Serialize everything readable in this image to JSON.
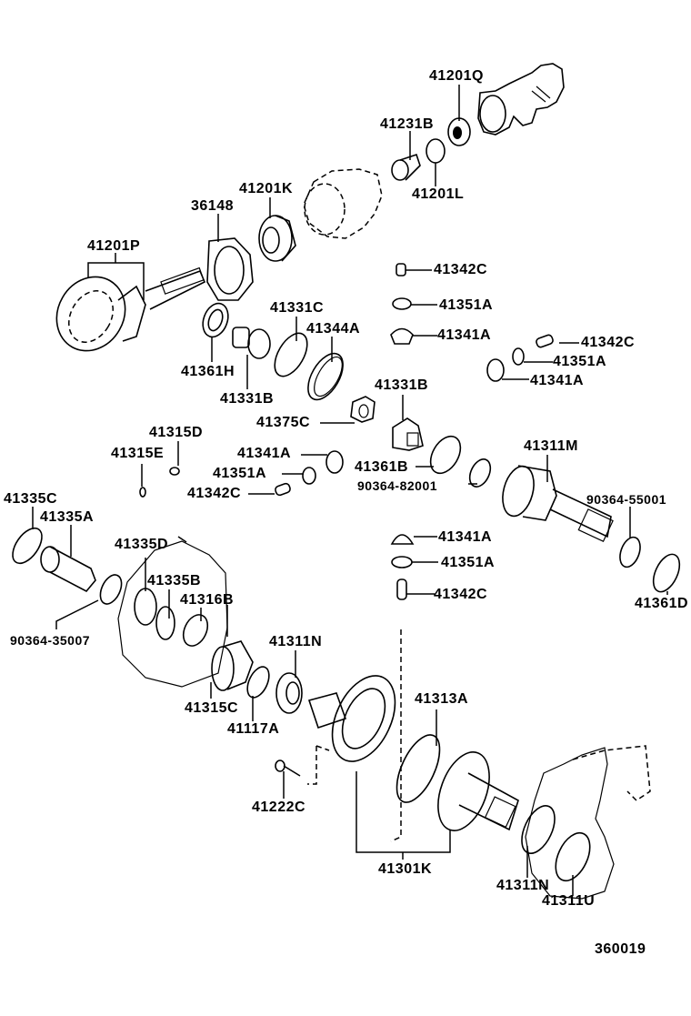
{
  "diagram": {
    "type": "exploded parts diagram",
    "subject": "Transfer / differential gear assembly",
    "figure_number": "360019",
    "parts": [
      {
        "id": "41201Q",
        "label": "41201Q"
      },
      {
        "id": "41231B",
        "label": "41231B"
      },
      {
        "id": "41201L",
        "label": "41201L"
      },
      {
        "id": "41201K",
        "label": "41201K"
      },
      {
        "id": "36148",
        "label": "36148"
      },
      {
        "id": "41201P",
        "label": "41201P"
      },
      {
        "id": "41342C-top",
        "label": "41342C"
      },
      {
        "id": "41351A-top",
        "label": "41351A"
      },
      {
        "id": "41341A-top",
        "label": "41341A"
      },
      {
        "id": "41342C-right",
        "label": "41342C"
      },
      {
        "id": "41351A-right",
        "label": "41351A"
      },
      {
        "id": "41341A-right",
        "label": "41341A"
      },
      {
        "id": "41331C",
        "label": "41331C"
      },
      {
        "id": "41344A",
        "label": "41344A"
      },
      {
        "id": "41361H",
        "label": "41361H"
      },
      {
        "id": "41331B-left",
        "label": "41331B"
      },
      {
        "id": "41331B-mid",
        "label": "41331B"
      },
      {
        "id": "41375C",
        "label": "41375C"
      },
      {
        "id": "41315D",
        "label": "41315D"
      },
      {
        "id": "41315E",
        "label": "41315E"
      },
      {
        "id": "41341A-mid",
        "label": "41341A"
      },
      {
        "id": "41351A-mid",
        "label": "41351A"
      },
      {
        "id": "41342C-mid",
        "label": "41342C"
      },
      {
        "id": "41361B",
        "label": "41361B"
      },
      {
        "id": "90364-82001",
        "label": "90364-82001"
      },
      {
        "id": "41311M",
        "label": "41311M"
      },
      {
        "id": "90364-55001",
        "label": "90364-55001"
      },
      {
        "id": "41341A-low",
        "label": "41341A"
      },
      {
        "id": "41351A-low",
        "label": "41351A"
      },
      {
        "id": "41342C-low",
        "label": "41342C"
      },
      {
        "id": "41361D",
        "label": "41361D"
      },
      {
        "id": "41335C",
        "label": "41335C"
      },
      {
        "id": "41335A",
        "label": "41335A"
      },
      {
        "id": "41335D",
        "label": "41335D"
      },
      {
        "id": "41335B",
        "label": "41335B"
      },
      {
        "id": "41316B",
        "label": "41316B"
      },
      {
        "id": "90364-35007",
        "label": "90364-35007"
      },
      {
        "id": "41311N-upper",
        "label": "41311N"
      },
      {
        "id": "41315C",
        "label": "41315C"
      },
      {
        "id": "41117A",
        "label": "41117A"
      },
      {
        "id": "41313A",
        "label": "41313A"
      },
      {
        "id": "41222C",
        "label": "41222C"
      },
      {
        "id": "41301K",
        "label": "41301K"
      },
      {
        "id": "41311N-lower",
        "label": "41311N"
      },
      {
        "id": "41311U",
        "label": "41311U"
      }
    ]
  }
}
